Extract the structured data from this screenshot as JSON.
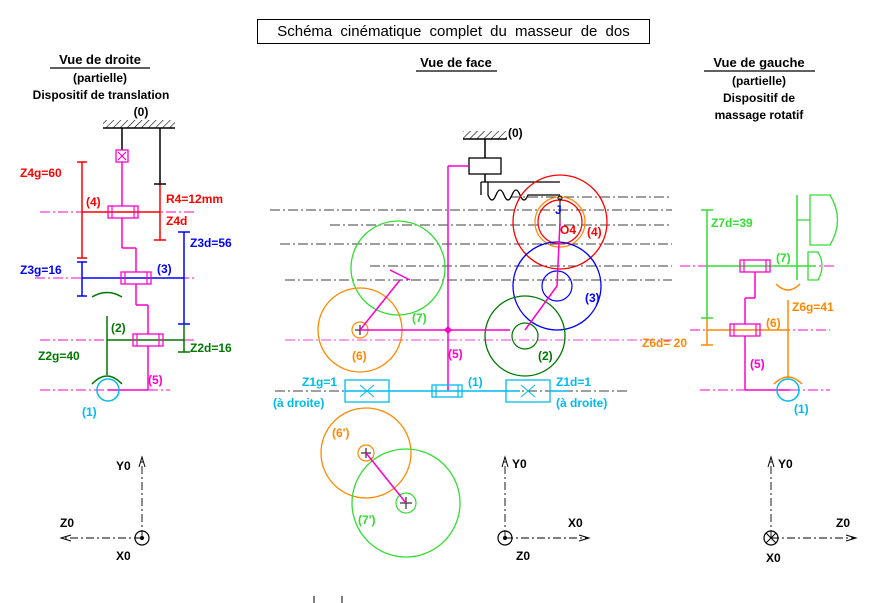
{
  "title": "Schéma cinématique complet du masseur de dos",
  "views": {
    "right": {
      "heading": "Vue de droite",
      "sub": "(partielle)",
      "desc": "Dispositif de translation",
      "frame": "(0)",
      "labels": {
        "z4g": "Z4g=60",
        "p4": "(4)",
        "r4": "R4=12mm",
        "z4d": "Z4d",
        "z3d": "Z3d=56",
        "z3g": "Z3g=16",
        "p3": "(3)",
        "p2": "(2)",
        "z2g": "Z2g=40",
        "z2d": "Z2d=16",
        "p5": "(5)",
        "p1": "(1)"
      },
      "axes": {
        "y": "Y0",
        "z": "Z0",
        "x": "X0"
      }
    },
    "front": {
      "heading": "Vue de face",
      "frame": "(0)",
      "labels": {
        "j": "J",
        "o4": "O4",
        "p4": "(4)",
        "p3": "(3)",
        "p7": "(7)",
        "p6": "(6)",
        "p5": "(5)",
        "p2": "(2)",
        "z1g": "Z1g=1",
        "z1g_side": "(à droite)",
        "p1": "(1)",
        "z1d": "Z1d=1",
        "z1d_side": "(à droite)",
        "p6b": "(6')",
        "p7b": "(7')"
      },
      "axes": {
        "y": "Y0",
        "x": "X0",
        "z": "Z0"
      }
    },
    "left": {
      "heading": "Vue de gauche",
      "sub": "(partielle)",
      "desc_1": "Dispositif de",
      "desc_2": "massage rotatif",
      "labels": {
        "z7d": "Z7d=39",
        "p7": "(7)",
        "z6g": "Z6g=41",
        "p6": "(6)",
        "z6d": "Z6d= 20",
        "p5": "(5)",
        "p1": "(1)"
      },
      "axes": {
        "y": "Y0",
        "z": "Z0",
        "x": "X0"
      }
    }
  },
  "colors": {
    "black": "#000000",
    "red": "#ff0000",
    "blue": "#0000ff",
    "green": "#00aa00",
    "darkgreen": "#007700",
    "magenta": "#ff00cc",
    "cyan": "#00bbee",
    "orange": "#ff8800",
    "lime": "#33dd33"
  }
}
